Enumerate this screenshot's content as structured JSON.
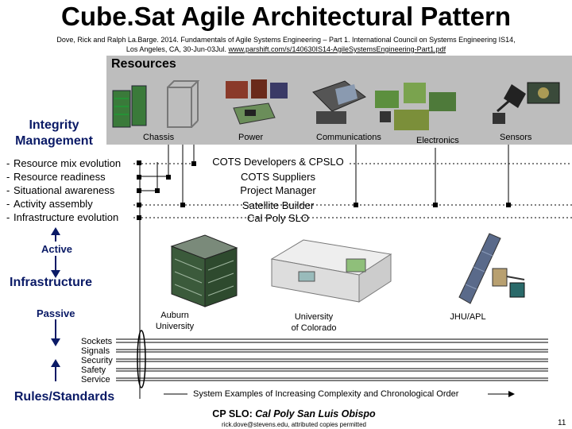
{
  "title": "Cube.Sat Agile Architectural Pattern",
  "citation": {
    "line1": "Dove, Rick and Ralph La.Barge. 2014. Fundamentals of Agile Systems Engineering – Part 1. International Council on Systems Engineering IS14,",
    "line2_prefix": "Los Angeles, CA, 30-Jun-03Jul.",
    "line2_url": "www.parshift.com/s/140630IS14-AgileSystemsEngineering-Part1.pdf"
  },
  "resources": {
    "label": "Resources",
    "categories": [
      "Chassis",
      "Power",
      "Communications",
      "Electronics",
      "Sensors"
    ]
  },
  "integrity": {
    "label_line1": "Integrity",
    "label_line2": "Management",
    "activities": [
      "Resource mix evolution",
      "Resource readiness",
      "Situational awareness",
      "Activity assembly",
      "Infrastructure evolution"
    ],
    "roles": [
      "COTS Developers & CPSLO",
      "COTS Suppliers",
      "Project Manager",
      "Satellite Builder",
      "Cal Poly SLO"
    ]
  },
  "infrastructure": {
    "active_label": "Active",
    "label": "Infrastructure",
    "passive_label": "Passive",
    "standards": [
      "Sockets",
      "Signals",
      "Security",
      "Safety",
      "Service"
    ],
    "rules_label": "Rules/Standards"
  },
  "projects": [
    {
      "line1": "Auburn",
      "line2": "University"
    },
    {
      "line1": "University",
      "line2": "of Colorado"
    },
    {
      "line1": "JHU/APL",
      "line2": ""
    }
  ],
  "caption": "System Examples of Increasing Complexity and Chronological Order",
  "footer": {
    "cpslo_prefix": "CP SLO:",
    "cpslo_name": "Cal Poly San Luis Obispo",
    "contact": "rick.dove@stevens.edu, attributed copies permitted",
    "page_number": "11"
  }
}
